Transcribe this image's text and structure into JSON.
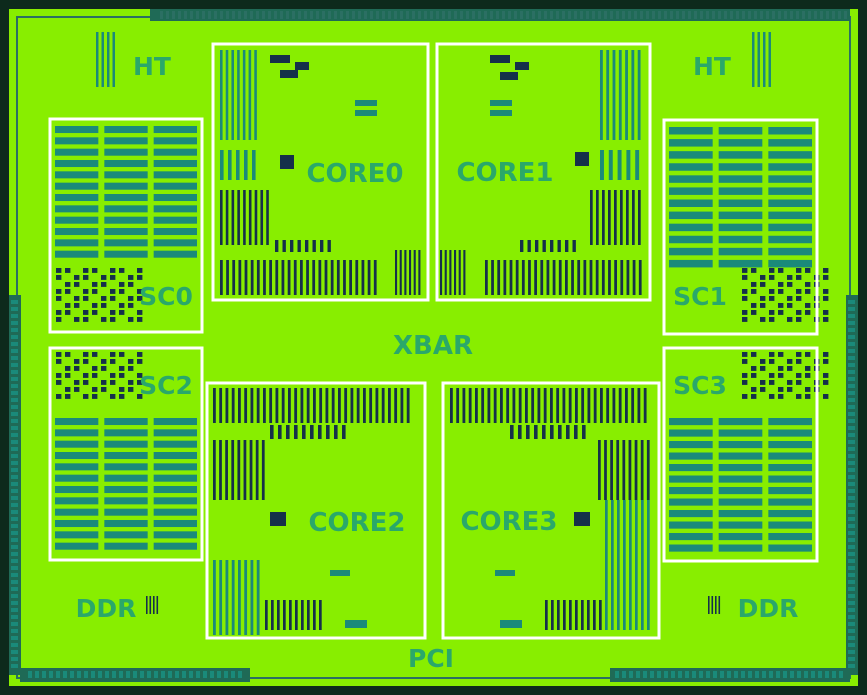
{
  "labels": {
    "ht_left": "HT",
    "ht_right": "HT",
    "core0": "CORE0",
    "core1": "CORE1",
    "core2": "CORE2",
    "core3": "CORE3",
    "sc0": "SC0",
    "sc1": "SC1",
    "sc2": "SC2",
    "sc3": "SC3",
    "xbar": "XBAR",
    "ddr_left": "DDR",
    "ddr_right": "DDR",
    "pci": "PCI"
  },
  "colors": {
    "background": "#0d1a12",
    "die": "#88ee00",
    "label": "#2aa86a",
    "outline": "#ffffff",
    "cell": "#1a8a7a",
    "cell_dark": "#15304a",
    "pad": "#2b6f63"
  }
}
